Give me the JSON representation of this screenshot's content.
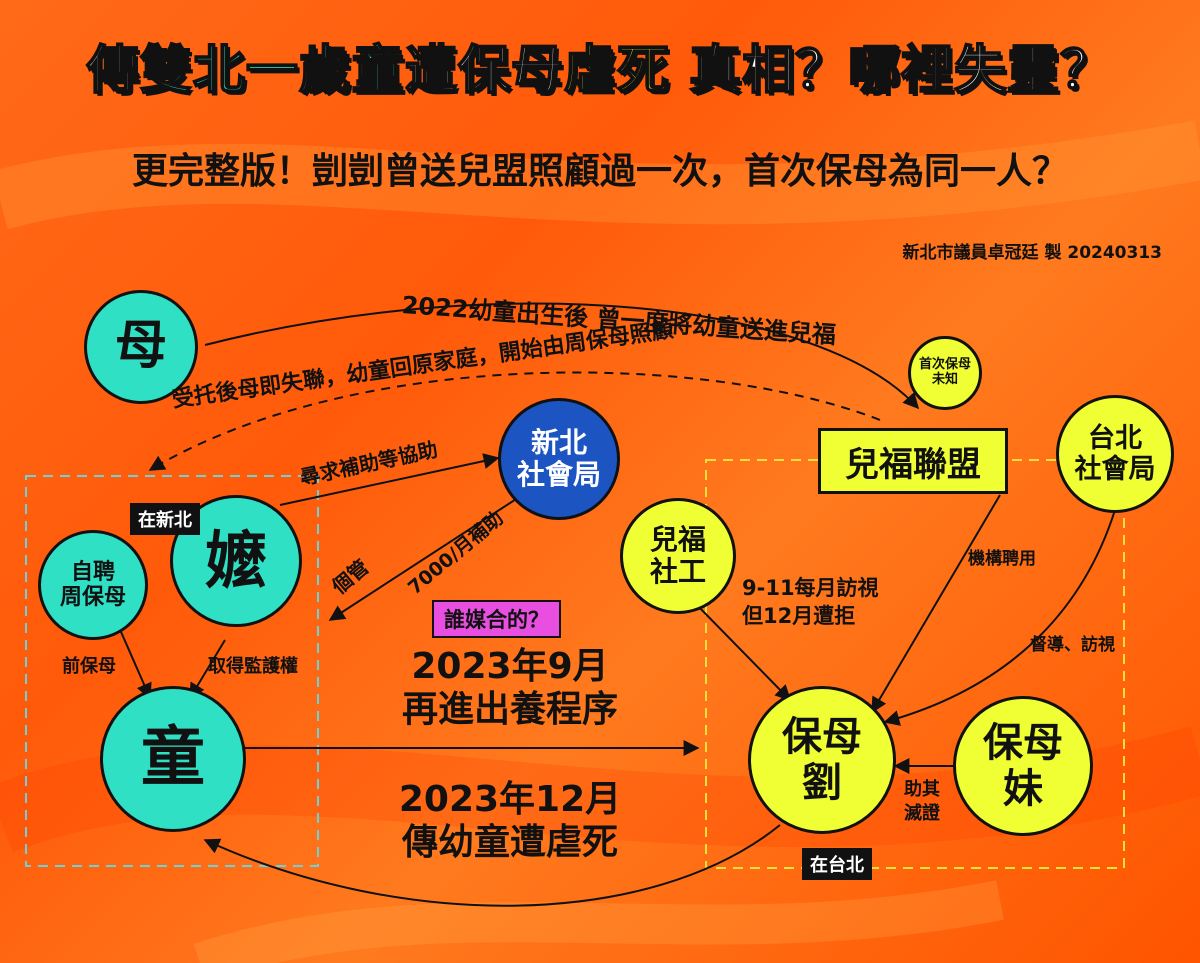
{
  "title": {
    "part1": "傳",
    "part2": "雙北一歲童",
    "part3": "遭保母",
    "part4": "虐死",
    "part5": " 真相？哪裡失靈？"
  },
  "subtitle": "更完整版！剴剴曾送兒盟照顧過一次，首次保母為同一人？",
  "author": "新北市議員卓冠廷 製 20240313",
  "nodes": {
    "mother": "母",
    "grandma": "嬤",
    "child": "童",
    "self_nanny": [
      "自聘",
      "周保母"
    ],
    "xinbei_social": [
      "新北",
      "社會局"
    ],
    "taipei_social": [
      "台北",
      "社會局"
    ],
    "social_worker": [
      "兒福",
      "社工"
    ],
    "nanny_liu": [
      "保母",
      "劉"
    ],
    "nanny_sister": [
      "保母",
      "妹"
    ],
    "first_nanny": [
      "首次保母",
      "未知"
    ],
    "alliance": "兒福聯盟"
  },
  "tags": {
    "xinbei": "在新北",
    "taipei": "在台北"
  },
  "edges": {
    "mother_to_alliance": "2022幼童出生後 曾一度將幼童送進兒福",
    "alliance_to_grandma": "受托後母即失聯，幼童回原家庭，開始由周保母照顧",
    "grandma_to_social": "尋求補助等協助",
    "social_subsidy": "7000/月補助",
    "social_manage": "個管",
    "former_nanny": "前保母",
    "custody": "取得監護權",
    "hire": "機構聘用",
    "visit": [
      "9-11每月訪視",
      "但12月遭拒"
    ],
    "supervise": "督導、訪視",
    "help": [
      "助其",
      "滅證"
    ]
  },
  "center": {
    "question": "誰媒合的？",
    "event1": [
      "2023年9月",
      "再進出養程序"
    ],
    "event2": [
      "2023年12月",
      "傳幼童遭虐死"
    ]
  }
}
